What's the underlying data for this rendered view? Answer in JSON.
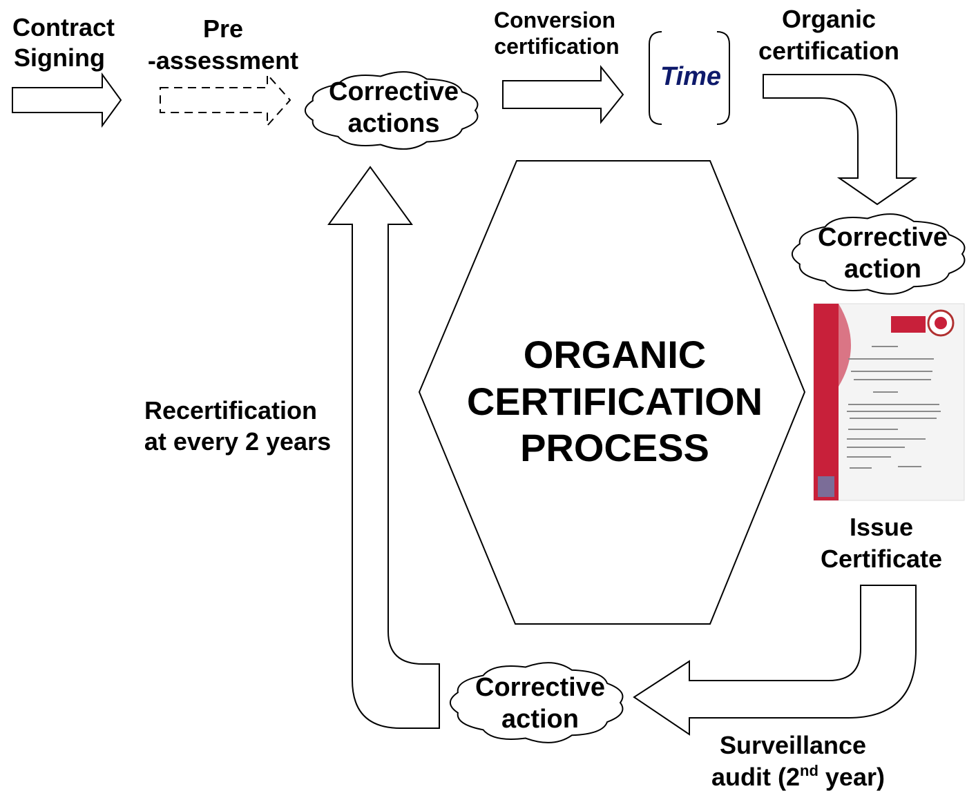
{
  "labels": {
    "contract_signing": [
      "Contract",
      "Signing"
    ],
    "pre_assessment": [
      "Pre",
      "-assessment"
    ],
    "conversion_certification": [
      "Conversion",
      "certification"
    ],
    "time": "Time",
    "organic_certification": [
      "Organic",
      "certification"
    ],
    "issue_certificate": [
      "Issue",
      "Certificate"
    ],
    "surveillance_audit": [
      "Surveillance",
      "audit (2",
      "nd",
      " year)"
    ],
    "recertification": [
      "Recertification",
      "at every 2 years"
    ]
  },
  "clouds": {
    "corrective_actions_top": [
      "Corrective",
      "actions"
    ],
    "corrective_action_right": [
      "Corrective",
      "action"
    ],
    "corrective_action_bottom": [
      "Corrective",
      "action"
    ]
  },
  "center": [
    "ORGANIC",
    "CERTIFICATION",
    "PROCESS"
  ],
  "colors": {
    "time_text": "#0e1a6b",
    "certificate_band": "#c8203a"
  }
}
